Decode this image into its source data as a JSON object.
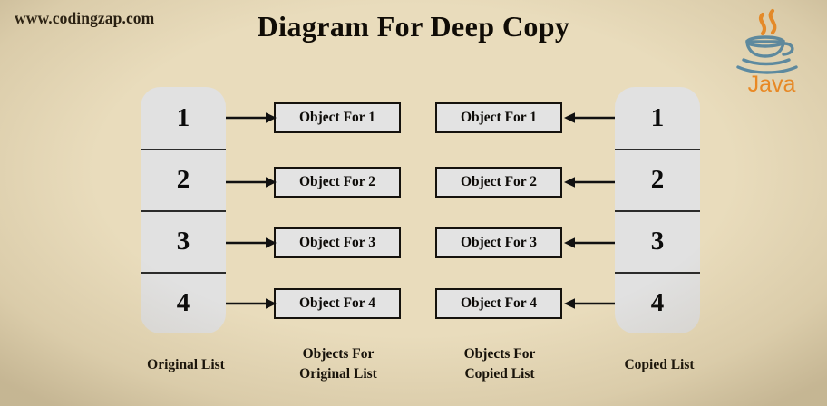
{
  "watermark": "www.codingzap.com",
  "title": "Diagram For Deep Copy",
  "logo": {
    "name": "java-logo",
    "text": "Java",
    "steam_color": "#f28f28",
    "cup_color": "#5b8da8",
    "text_color": "#ef8b24"
  },
  "colors": {
    "background_center": "#ece0c4",
    "background_edge": "#c5ad7b",
    "list_fill": "#e1e1e1",
    "box_fill": "#e3e3e3",
    "box_border": "#15120d",
    "arrow": "#111111",
    "text": "#0d0b08"
  },
  "original_list": {
    "caption": "Original List",
    "items": [
      "1",
      "2",
      "3",
      "4"
    ]
  },
  "copied_list": {
    "caption": "Copied List",
    "items": [
      "1",
      "2",
      "3",
      "4"
    ]
  },
  "objects_for_original": {
    "caption": "Objects For\nOriginal List",
    "boxes": [
      "Object For 1",
      "Object For 2",
      "Object For 3",
      "Object For 4"
    ]
  },
  "objects_for_copied": {
    "caption": "Objects For\nCopied List",
    "boxes": [
      "Object For 1",
      "Object For 2",
      "Object For 3",
      "Object For 4"
    ]
  },
  "arrows": {
    "left_direction": "right",
    "right_direction": "left",
    "count": 8
  }
}
